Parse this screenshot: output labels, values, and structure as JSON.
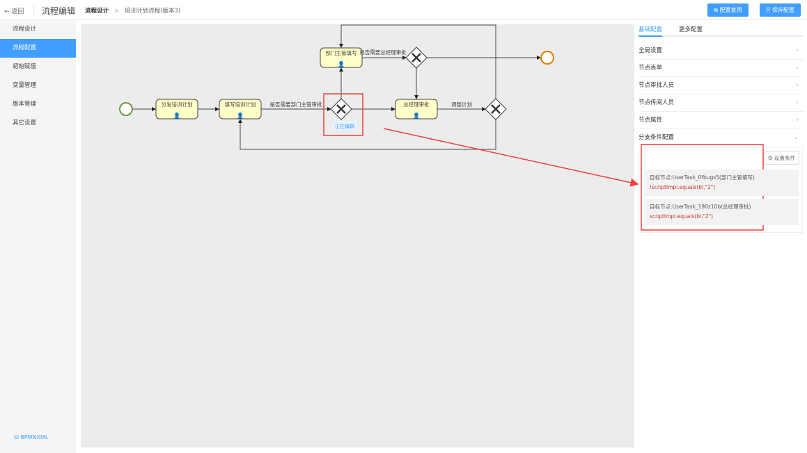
{
  "header": {
    "back_label": "← 返回",
    "app_title": "流程编辑",
    "breadcrumb": [
      "流程设计",
      "培训计划流程(版本3)"
    ],
    "reuse_button": "⧉ 配置复用",
    "save_button": "🗎 保存配置"
  },
  "sidebar": {
    "items": [
      {
        "label": "流程设计"
      },
      {
        "label": "流程配置",
        "active": true
      },
      {
        "label": "初始赋值"
      },
      {
        "label": "变量管理"
      },
      {
        "label": "版本管理"
      },
      {
        "label": "其它设置"
      }
    ],
    "bottom_link": "⛁ BPMNXML"
  },
  "diagram": {
    "tasks": [
      "分发培训计划",
      "填写培训计划",
      "部门主管填写",
      "总经理审批"
    ],
    "flow_labels": [
      "是否需要部门主管审批",
      "是否需要总经理审批",
      "调整计划"
    ],
    "editing_badge": "正在编辑",
    "colors": {
      "task_fill": "#ffffc8",
      "start": "#6a9a3a",
      "end": "#e07b00",
      "highlight": "#f03c3c"
    }
  },
  "panel": {
    "tabs": [
      "基础配置",
      "更多配置"
    ],
    "rows": [
      "全局设置",
      "节点表单",
      "节点审批人员",
      "节点传阅人员",
      "节点属性",
      "分支条件配置"
    ],
    "set_condition": "⚙ 设置条件",
    "conditions": [
      {
        "target": "目标节点:UserTask_0fbugs5(部门主管填写)",
        "expr": "!scriptImpl.equals(bl,\"2\")"
      },
      {
        "target": "目标节点:UserTask_190z10b(总经理审批)",
        "expr": "scriptImpl.equals(bl,\"2\")"
      }
    ]
  }
}
